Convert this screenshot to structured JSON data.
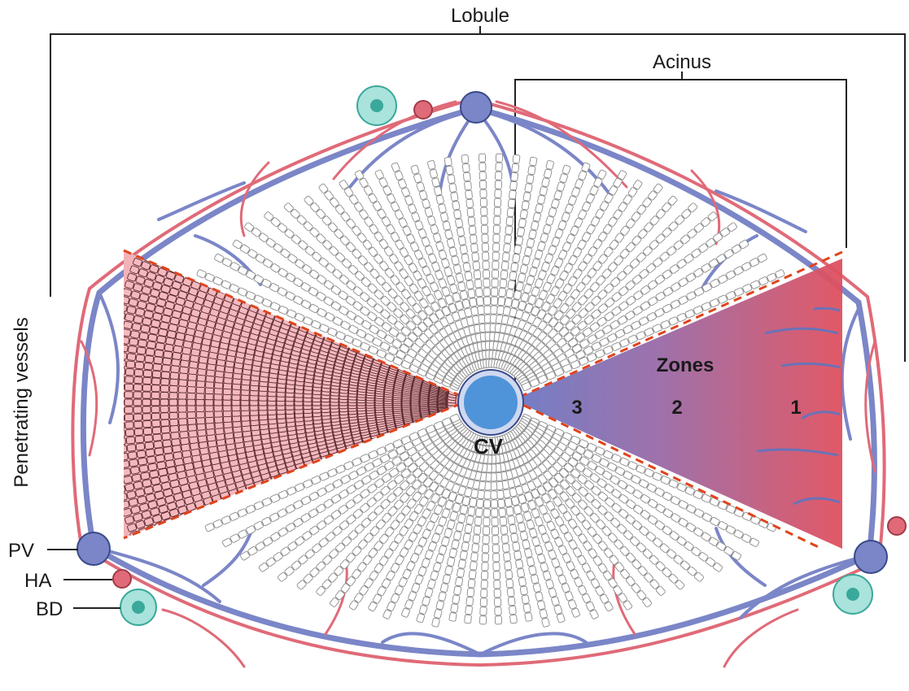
{
  "labels": {
    "lobule": "Lobule",
    "acinus": "Acinus",
    "penetrating_vessels": "Penetrating vessels",
    "zones": "Zones",
    "zone_3": "3",
    "zone_2": "2",
    "zone_1": "1",
    "cv": "CV",
    "pv": "PV",
    "ha": "HA",
    "bd": "BD"
  },
  "colors": {
    "portal_vein": "#7b86c8",
    "hepatic_artery": "#e06a78",
    "bile_duct": "#6fd0c4",
    "central_vein": "#4f94d8",
    "zone_gradient_start": "#6b78c4",
    "zone_gradient_end": "#e0505e",
    "sinusoid_cells": "#f2b3b8",
    "dashed_boundary": "#e0441c"
  }
}
